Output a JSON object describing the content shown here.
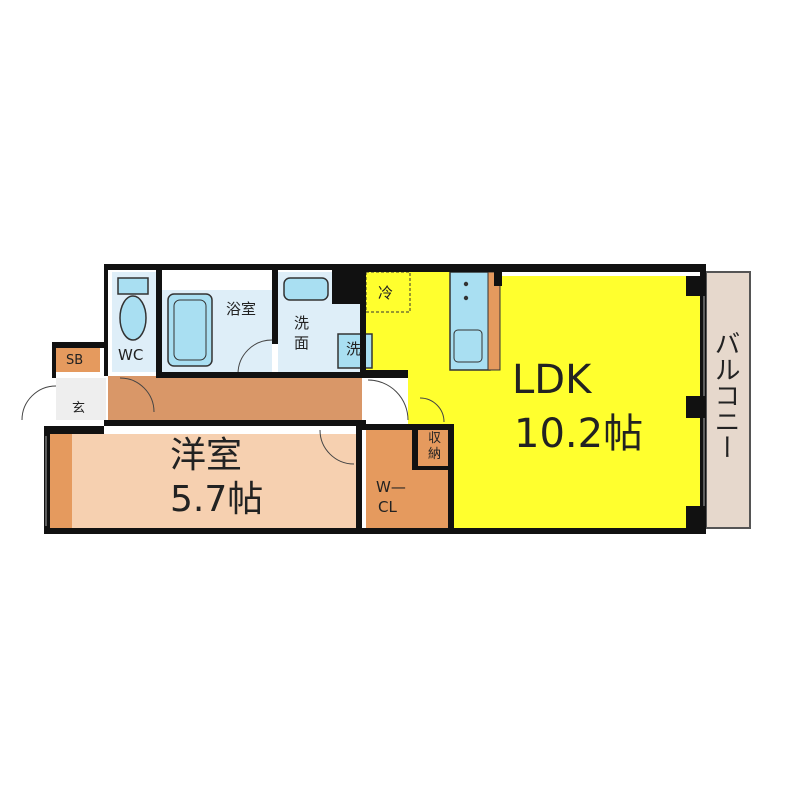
{
  "rooms": {
    "ldk": {
      "name": "LDK",
      "size": "10.2帖",
      "color": "#ffff2e"
    },
    "yoshitsu": {
      "name": "洋室",
      "size": "5.7帖",
      "color": "#f6d0b0"
    },
    "balcony": {
      "name": "バルコニー",
      "color": "#e6d8cc"
    },
    "bath": {
      "name": "浴室"
    },
    "wc": {
      "name": "WC"
    },
    "senmen": {
      "line1": "洗",
      "line2": "面"
    },
    "sentaku": {
      "name": "洗"
    },
    "reizoko": {
      "name": "冷"
    },
    "wcl": {
      "line1": "W—",
      "line2": "CL",
      "color": "#e59a5e"
    },
    "shuno": {
      "line1": "収",
      "line2": "納"
    },
    "sb": {
      "name": "SB"
    },
    "genkan": {
      "name": "玄"
    }
  },
  "colors": {
    "wall": "#111111",
    "wet": "#deeef8",
    "fixture": "#a9dff2",
    "hall": "#d99768",
    "floor_orange": "#e59a5e"
  }
}
